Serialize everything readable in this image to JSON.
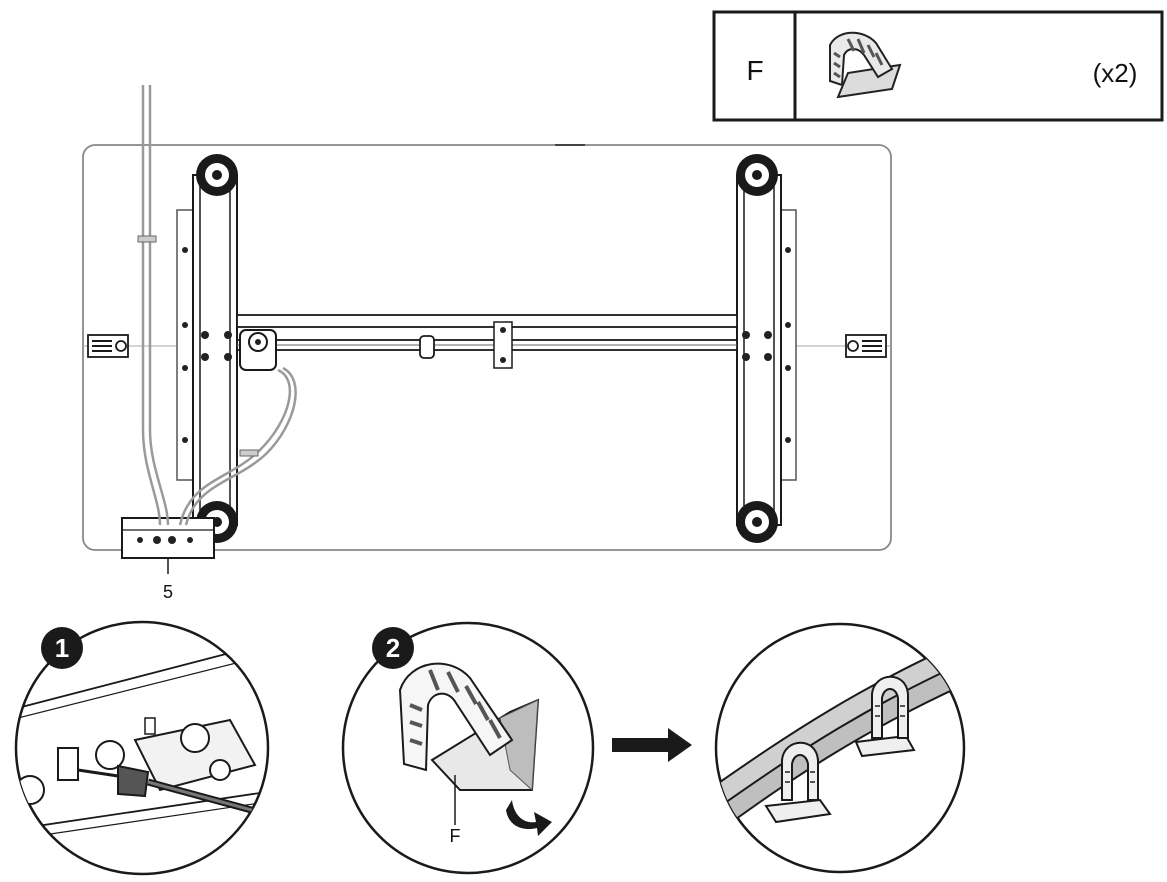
{
  "parts_box": {
    "letter": "F",
    "quantity": "(x2)"
  },
  "frame": {
    "part_number": "5"
  },
  "steps": [
    {
      "number": "1"
    },
    {
      "number": "2",
      "part_letter": "F"
    }
  ],
  "icons": [
    "clip-icon",
    "arrow-right-icon",
    "peel-arrow-icon"
  ],
  "colors": {
    "line": "#1a1a1a",
    "cable": "#b5b5b5",
    "clip": "#efefef"
  }
}
